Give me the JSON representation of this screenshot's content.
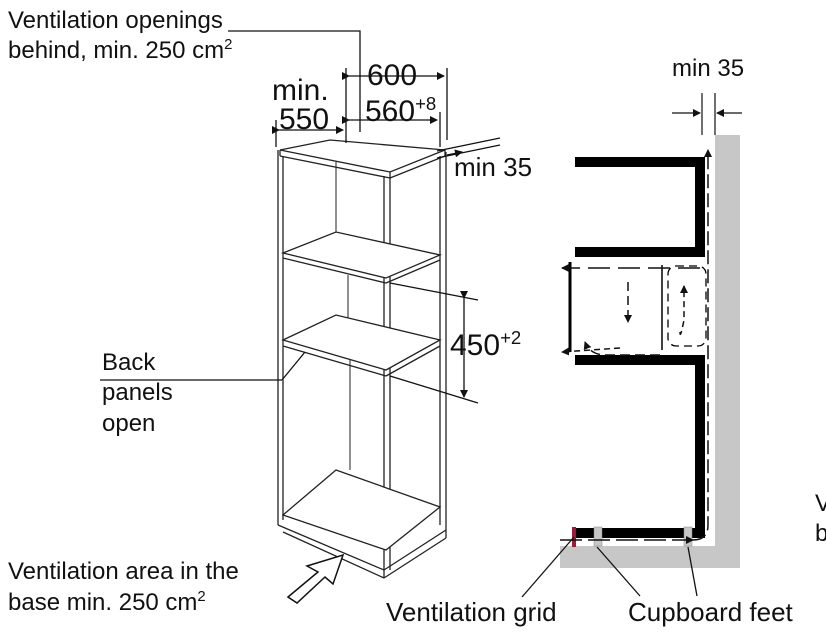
{
  "labels": {
    "vent_behind_line1": "Ventilation openings",
    "vent_behind_line2": "behind, min. 250 cm",
    "vent_behind_sup": "2",
    "dim_min": "min.",
    "dim_550": "550",
    "dim_600": "600",
    "dim_560": "560",
    "dim_560_sup": "+8",
    "dim_min35_cabinet": "min 35",
    "dim_450": "450",
    "dim_450_sup": "+2",
    "back_line1": "Back",
    "back_line2": "panels",
    "back_line3": "open",
    "vent_base_line1": "Ventilation area in the",
    "vent_base_line2": "base min. 250 cm",
    "vent_base_sup": "2",
    "dim_min35_section": "min 35",
    "vent_grid": "Ventilation grid",
    "cupboard_feet": "Cupboard feet",
    "cut_text_1": "V",
    "cut_text_2": "b"
  }
}
